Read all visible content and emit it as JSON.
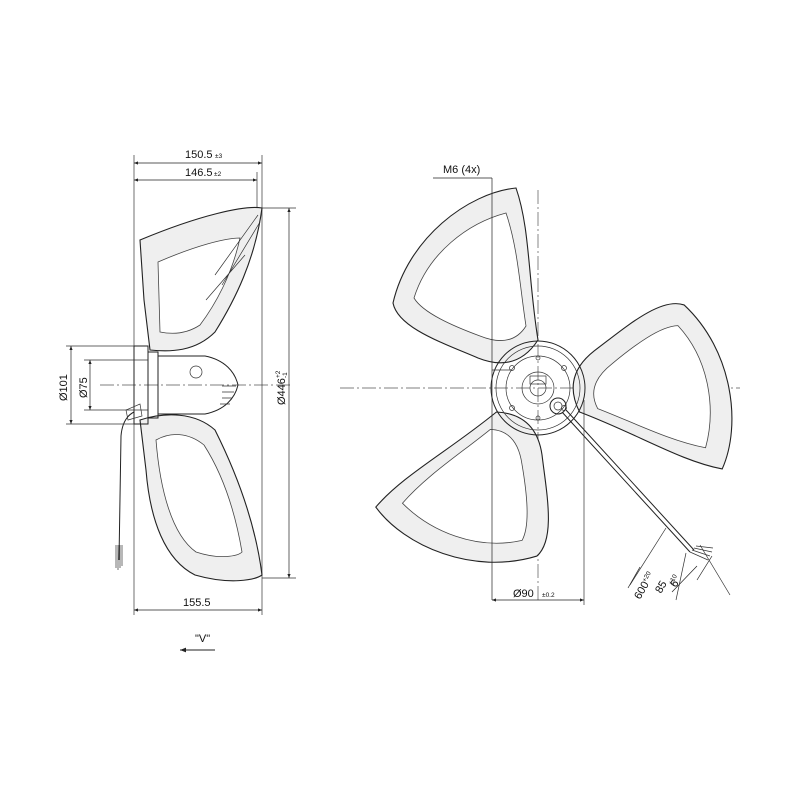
{
  "side_view": {
    "dim_overall_length": "150.5",
    "dim_overall_length_tol": "±3",
    "dim_blade_length": "146.5",
    "dim_blade_length_tol": "±2",
    "dim_outer_diameter": "Ø446",
    "dim_outer_diameter_tol_upper": "+2",
    "dim_outer_diameter_tol_lower": "-1",
    "dim_hub_outer": "Ø101",
    "dim_hub_inner": "Ø75",
    "dim_bottom_length": "155.5",
    "view_label": "\"V\""
  },
  "front_view": {
    "dim_thread": "M6 (4x)",
    "dim_bolt_circle": "Ø90",
    "dim_bolt_circle_tol": "±0.2",
    "dim_cable_length": "600",
    "dim_cable_length_tol": "+20",
    "dim_sheath": "85",
    "dim_sheath_tol": "±10",
    "dim_strip": "6"
  },
  "colors": {
    "line": "#222222",
    "blade_fill": "#efefef",
    "background": "#ffffff"
  }
}
